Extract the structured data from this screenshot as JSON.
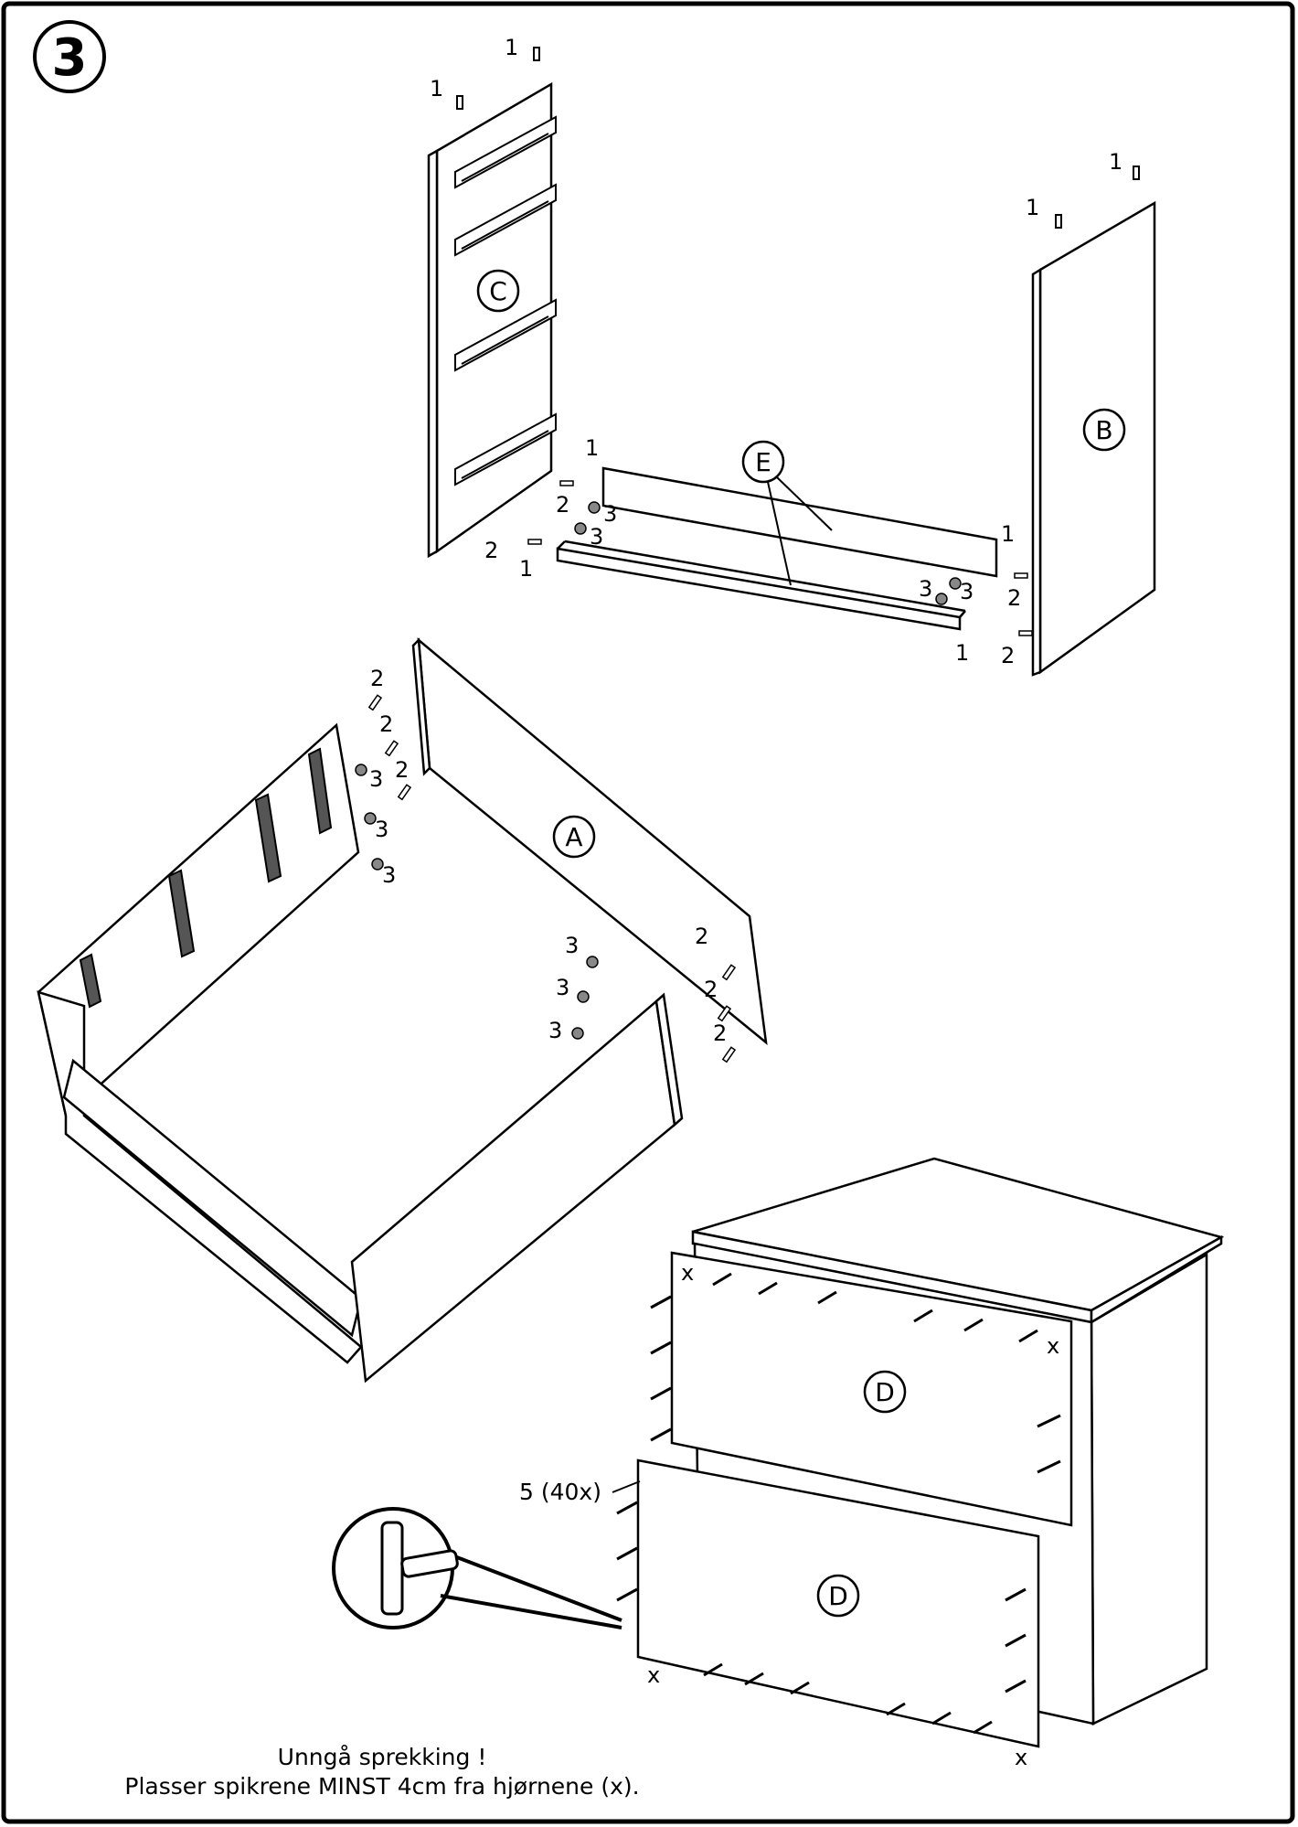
{
  "step": {
    "number": "3"
  },
  "parts": {
    "a": "A",
    "b": "B",
    "c": "C",
    "d_upper": "D",
    "d_lower": "D",
    "e": "E"
  },
  "fittings": {
    "dowel": "1",
    "cam_bolt": "2",
    "cam_lock": "3"
  },
  "nails": {
    "count": "5 (40x)",
    "corner_mark": "x"
  },
  "warning": {
    "title": "Unngå sprekking !",
    "detail": "Plasser spikrene MINST 4cm fra hjørnene (x)."
  },
  "icons": [
    "hammer-icon",
    "dowel-icon",
    "cam-bolt-icon",
    "cam-lock-icon",
    "drawer-runner-icon"
  ]
}
